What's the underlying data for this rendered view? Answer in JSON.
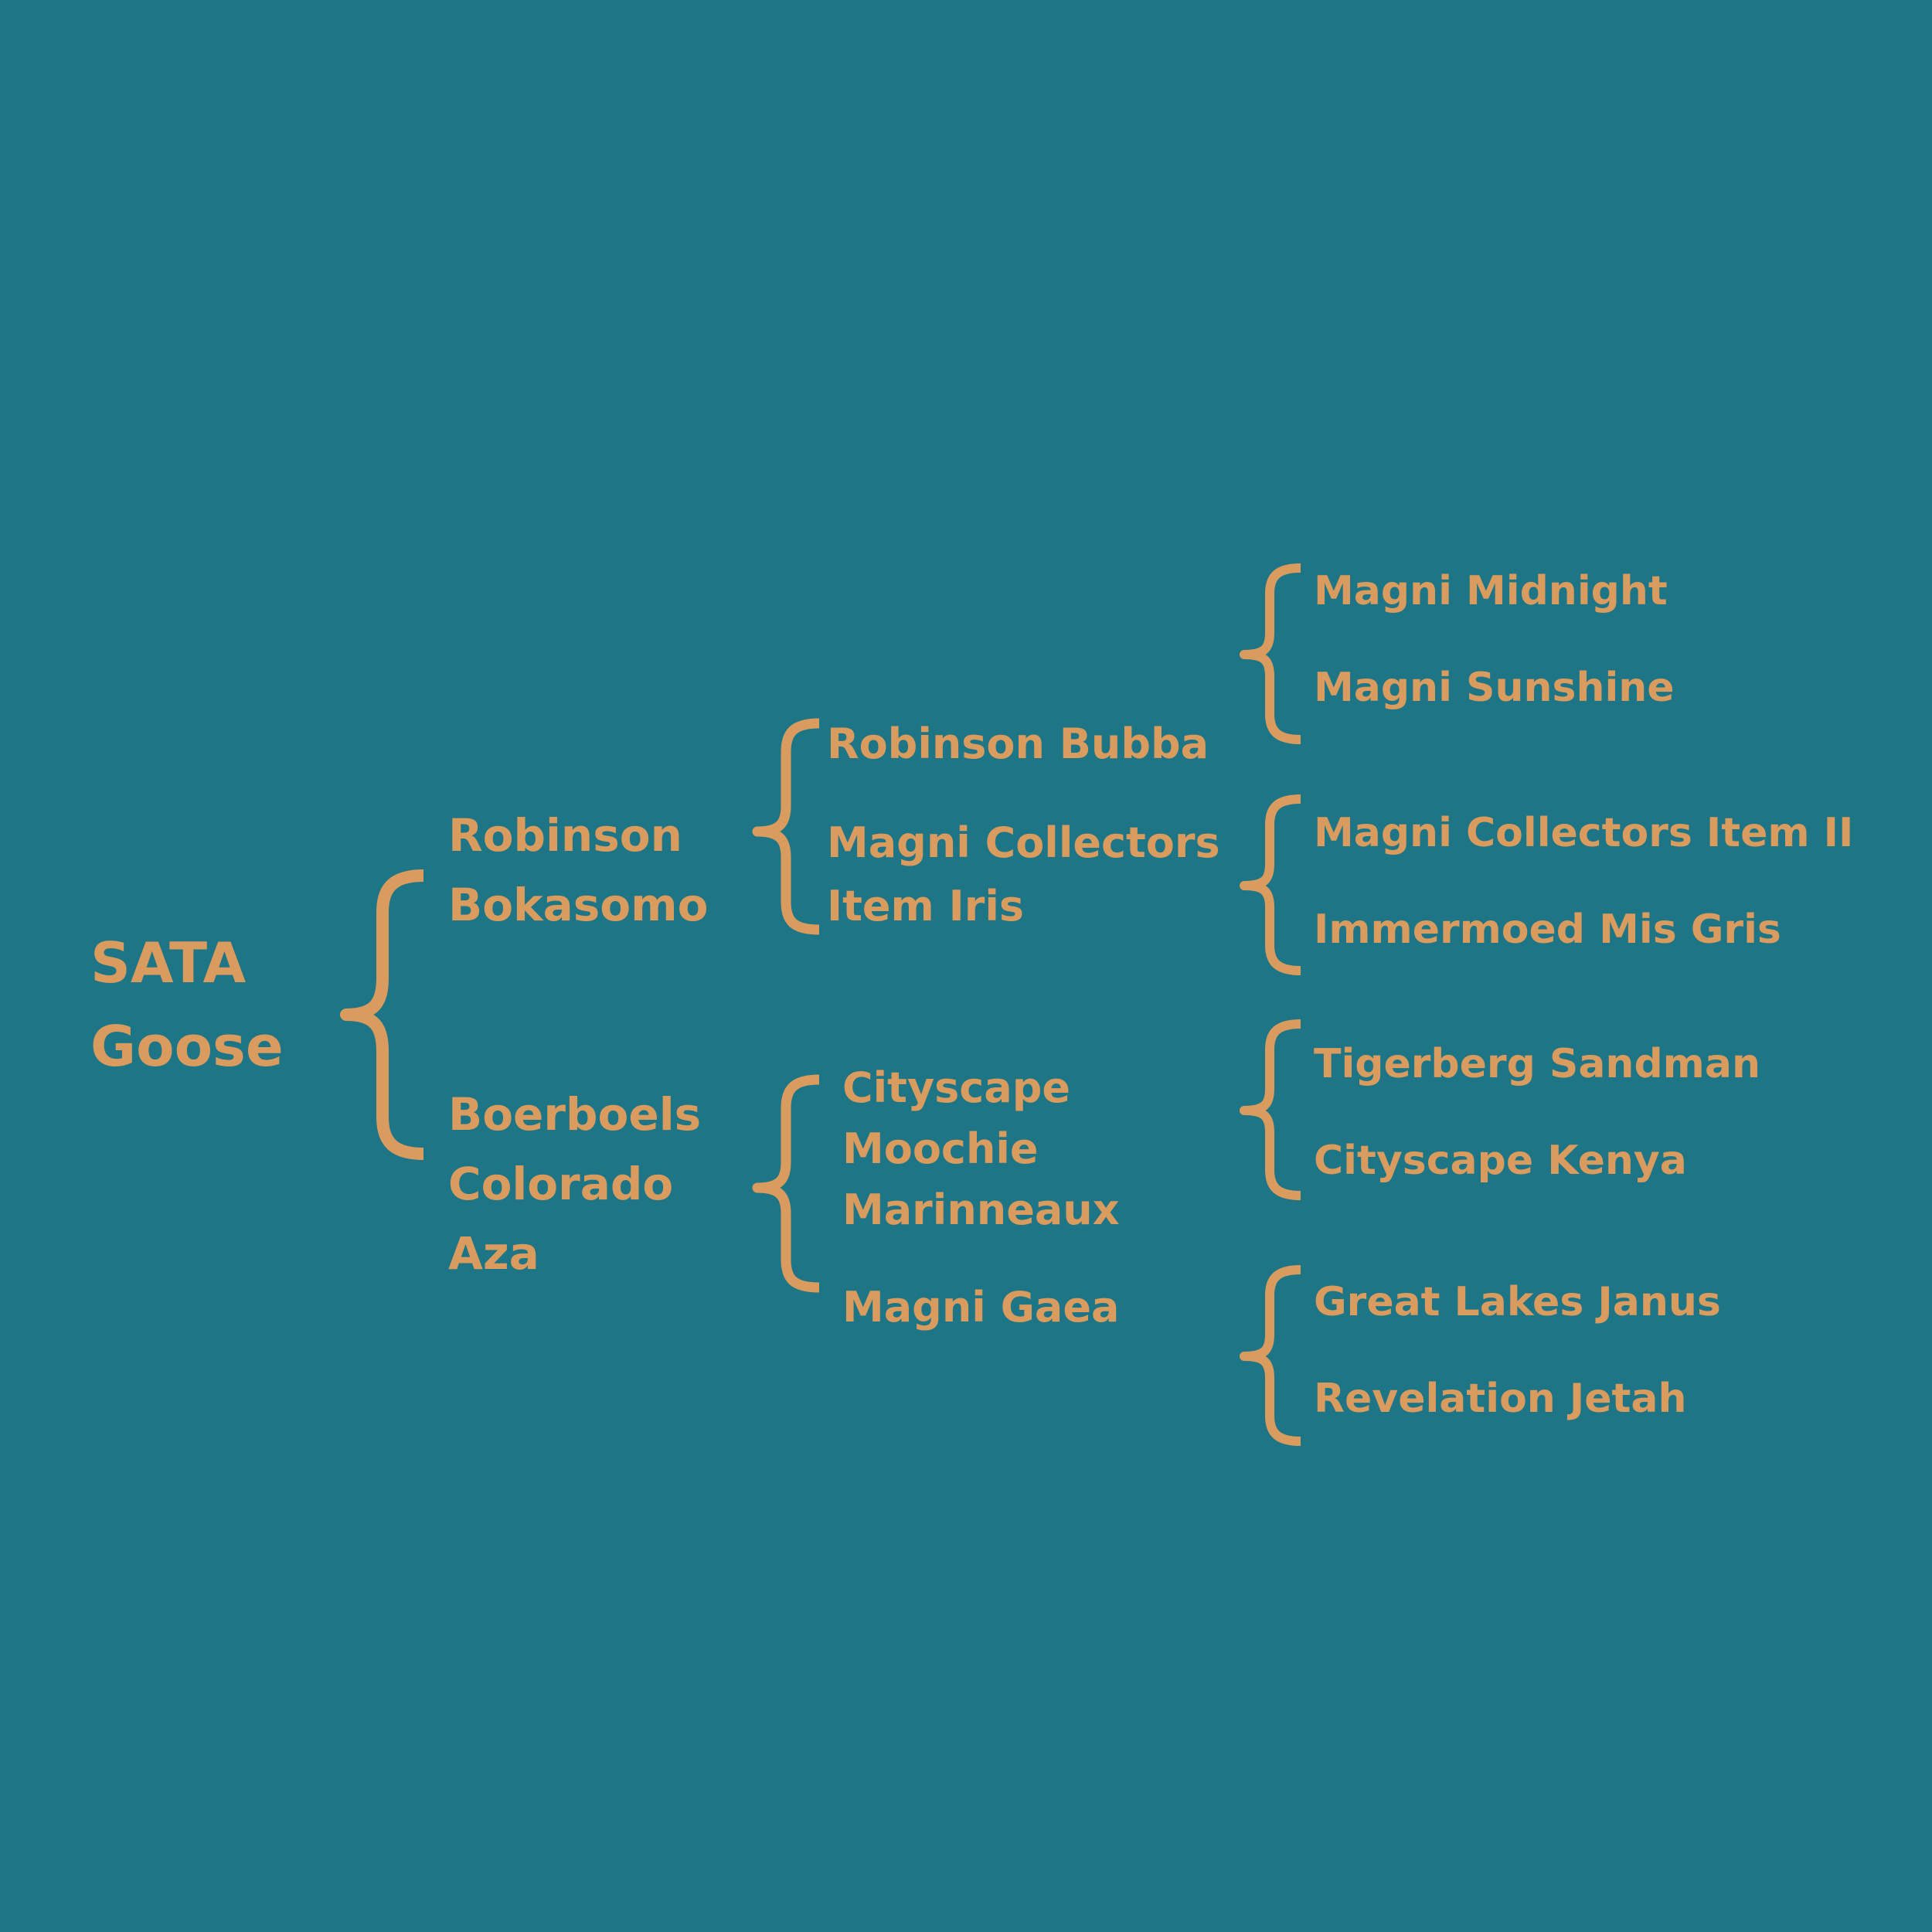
{
  "pedigree": {
    "subject": "SATA Goose",
    "sire": {
      "name": "Robinson Bokasomo",
      "sire": {
        "name": "Robinson Bubba",
        "sire": "Magni Midnight",
        "dam": "Magni Sunshine"
      },
      "dam": {
        "name": "Magni Collectors Item Iris",
        "sire": "Magni Collectors Item II",
        "dam": "Immermoed Mis Gris"
      }
    },
    "dam": {
      "name": "Boerboels Colorado Aza",
      "sire": {
        "name": "Cityscape Moochie Marinneaux",
        "sire": "Tigerberg Sandman",
        "dam": "Cityscape Kenya"
      },
      "dam": {
        "name": "Magni Gaea",
        "sire": "Great Lakes Janus",
        "dam": "Revelation Jetah"
      }
    }
  },
  "colors": {
    "background": "#1e7586",
    "accent": "#d99c5e"
  }
}
